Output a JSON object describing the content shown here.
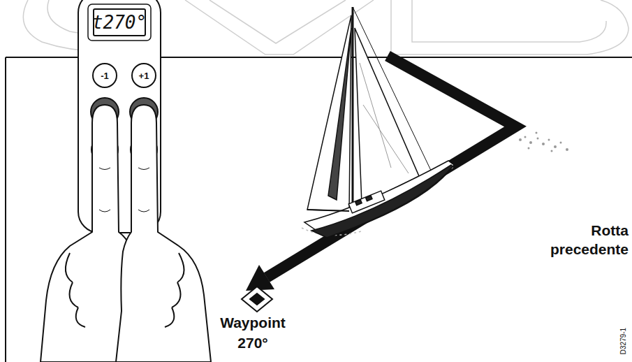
{
  "diagram": {
    "nodes": [
      {
        "text": [
          "t270°"
        ]
      },
      {
        "text": [
          "-1"
        ]
      },
      {
        "text": [
          "+1"
        ]
      }
    ],
    "labels": [
      "Rotta precedente",
      "Waypoint 270°",
      "D3279-1"
    ]
  }
}
